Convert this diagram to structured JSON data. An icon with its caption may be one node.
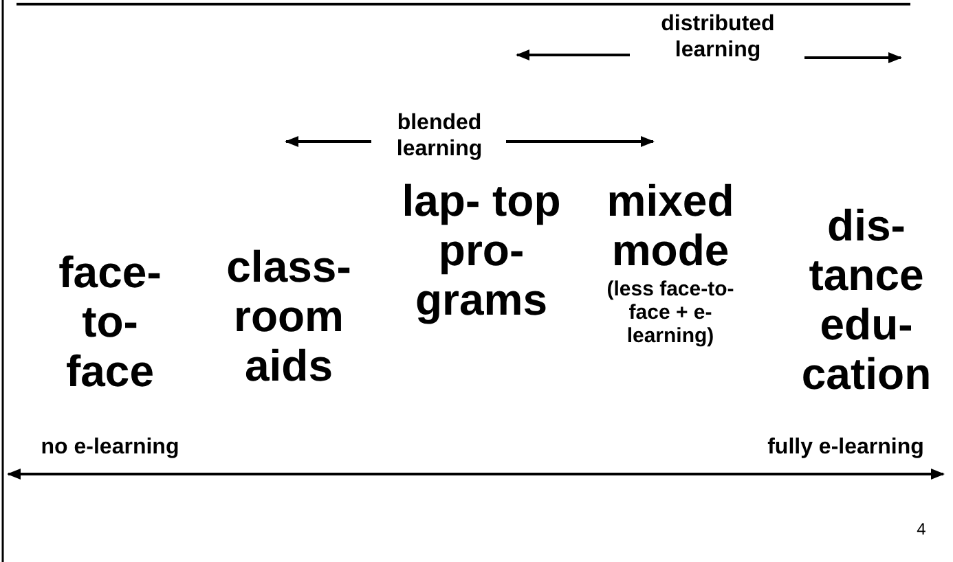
{
  "diagram": {
    "nodes": [
      {
        "text": [
          "face- to- face"
        ]
      },
      {
        "text": [
          "class- room aids"
        ]
      },
      {
        "text": [
          "lap- top pro- grams"
        ]
      },
      {
        "text": [
          "mixed mode",
          "(less face-to- face + e- learning)"
        ]
      },
      {
        "text": [
          "dis- tance edu- cation"
        ]
      }
    ],
    "edges": [],
    "labels": [
      "distributed learning",
      "blended learning",
      "no e-learning",
      "fully e-learning",
      "4"
    ]
  }
}
